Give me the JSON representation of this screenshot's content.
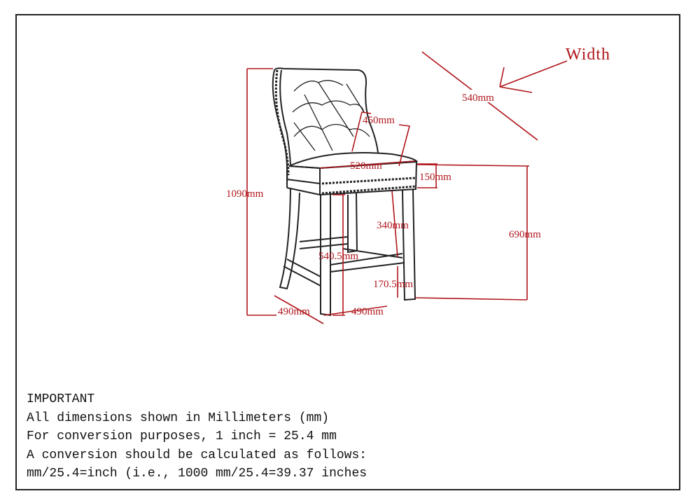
{
  "diagram": {
    "dimensions": {
      "width_label": "Width",
      "width": "540mm",
      "total_height": "1090mm",
      "back_height": "450mm",
      "seat_width": "520mm",
      "seat_thickness": "150mm",
      "seat_height": "690mm",
      "leg_upper": "340mm",
      "leg_inner": "540.5mm",
      "footrest_height": "170.5mm",
      "depth_left": "490mm",
      "depth_right": "490mm"
    },
    "colors": {
      "dimension": "#b0161c",
      "drawing": "#222222"
    }
  },
  "notes": {
    "title": "IMPORTANT",
    "lines": [
      "All dimensions shown in Millimeters (mm)",
      "For conversion purposes, 1 inch = 25.4 mm",
      "A conversion should be calculated as follows:",
      "mm/25.4=inch (i.e., 1000 mm/25.4=39.37 inches"
    ]
  }
}
